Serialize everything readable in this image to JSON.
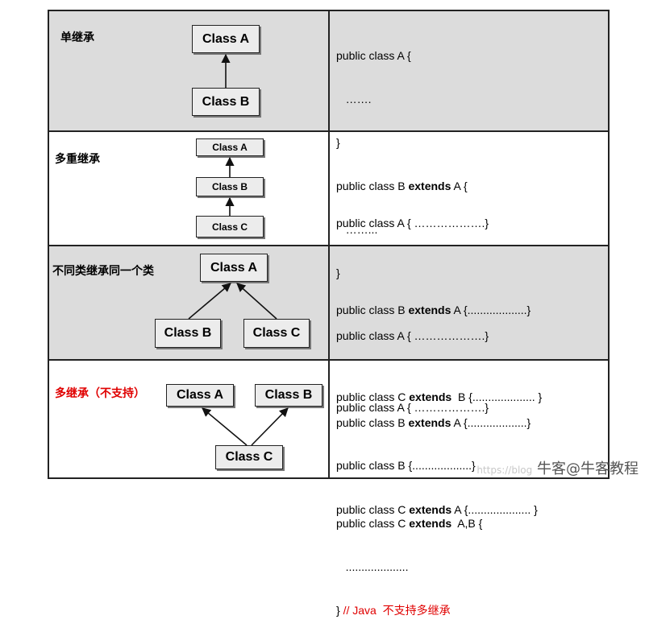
{
  "rows": [
    {
      "label": "单继承",
      "boxes": [
        "Class A",
        "Class B"
      ],
      "code": [
        {
          "pre": "public class A {",
          "kw": "",
          "post": ""
        },
        {
          "pre": "   …….",
          "kw": "",
          "post": ""
        },
        {
          "pre": "}",
          "kw": "",
          "post": ""
        },
        {
          "pre": "public class B ",
          "kw": "extends",
          "post": " A {"
        },
        {
          "pre": "   ……...",
          "kw": "",
          "post": ""
        },
        {
          "pre": "}",
          "kw": "",
          "post": ""
        }
      ]
    },
    {
      "label": "多重继承",
      "boxes": [
        "Class A",
        "Class B",
        "Class C"
      ],
      "code": [
        {
          "pre": "public class A { ……………….}",
          "kw": "",
          "post": ""
        },
        {
          "pre": "public class B ",
          "kw": "extends",
          "post": " A {...................}"
        },
        {
          "pre": "public class C ",
          "kw": "extends",
          "post": "  B {.................... }"
        }
      ]
    },
    {
      "label": "不同类继承同一个类",
      "boxes": [
        "Class A",
        "Class B",
        "Class C"
      ],
      "code": [
        {
          "pre": "public class A { ……………….}",
          "kw": "",
          "post": ""
        },
        {
          "pre": "public class B ",
          "kw": "extends",
          "post": " A {...................}"
        },
        {
          "pre": "public class C ",
          "kw": "extends",
          "post": " A {.................... }"
        }
      ]
    },
    {
      "label": "多继承（不支持）",
      "boxes": [
        "Class A",
        "Class B",
        "Class C"
      ],
      "code": [
        {
          "pre": "public class A { ……………….}",
          "kw": "",
          "post": ""
        },
        {
          "pre": "public class B {...................}",
          "kw": "",
          "post": ""
        },
        {
          "pre": "public class C ",
          "kw": "extends",
          "post": "  A,B {"
        },
        {
          "pre": "   ....................",
          "kw": "",
          "post": ""
        },
        {
          "pre": "}",
          "kw": "",
          "post": "",
          "comment": " // Java  不支持多继承"
        }
      ]
    }
  ],
  "watermark": {
    "faint": "https://blog",
    "text": "牛客@牛客教程"
  },
  "colors": {
    "gray_bg": "#dcdcdc",
    "box_bg": "#ececec",
    "red": "#e00000",
    "border": "#222222"
  }
}
